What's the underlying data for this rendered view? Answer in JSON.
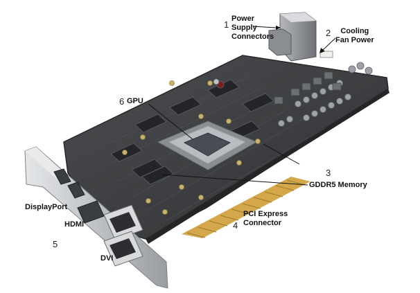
{
  "labels": {
    "power": {
      "number": "1",
      "text_line1": "Power",
      "text_line2": "Supply",
      "text_line3": "Connectors"
    },
    "fan": {
      "number": "2",
      "text_line1": "Cooling",
      "text_line2": "Fan Power"
    },
    "memory": {
      "number": "3",
      "text": "GDDR5 Memory"
    },
    "pci": {
      "number": "4",
      "text_line1": "PCI Express",
      "text_line2": "Connector"
    },
    "outputs": {
      "number": "5",
      "displayport": "DisplayPort",
      "hdmi": "HDMI",
      "dvi": "DVI"
    },
    "gpu": {
      "number": "6",
      "text": "GPU"
    }
  },
  "colors": {
    "pcb": "#3d3f41",
    "pcb_edge": "#2a2b2c",
    "gold": "#d4a84a",
    "bracket": "#c9cbce",
    "chip": "#4a4d55",
    "heatspreader": "#b9bcc0"
  }
}
